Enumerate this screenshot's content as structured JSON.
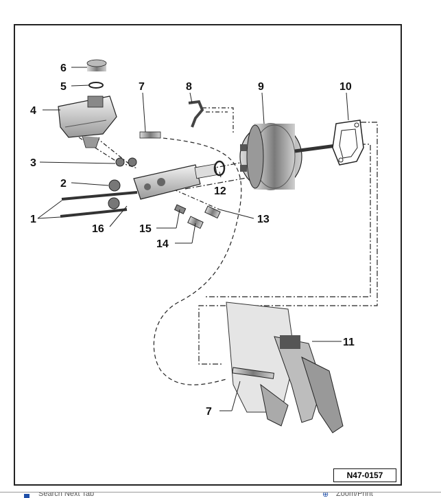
{
  "figure_ref": "N47-0157",
  "callouts": [
    {
      "key": "c6",
      "text": "6"
    },
    {
      "key": "c5",
      "text": "5"
    },
    {
      "key": "c4",
      "text": "4"
    },
    {
      "key": "c7a",
      "text": "7"
    },
    {
      "key": "c8",
      "text": "8"
    },
    {
      "key": "c9",
      "text": "9"
    },
    {
      "key": "c10",
      "text": "10"
    },
    {
      "key": "c3",
      "text": "3"
    },
    {
      "key": "c2",
      "text": "2"
    },
    {
      "key": "c12",
      "text": "12"
    },
    {
      "key": "c1",
      "text": "1"
    },
    {
      "key": "c16",
      "text": "16"
    },
    {
      "key": "c15",
      "text": "15"
    },
    {
      "key": "c13",
      "text": "13"
    },
    {
      "key": "c14",
      "text": "14"
    },
    {
      "key": "c11",
      "text": "11"
    },
    {
      "key": "c7b",
      "text": "7"
    }
  ],
  "bottom_bar": {
    "left_text": "Search Next Tab",
    "right_text": "Zoom/Print",
    "left_icon": "blue-square-icon",
    "right_icon": "zoom-icon"
  }
}
